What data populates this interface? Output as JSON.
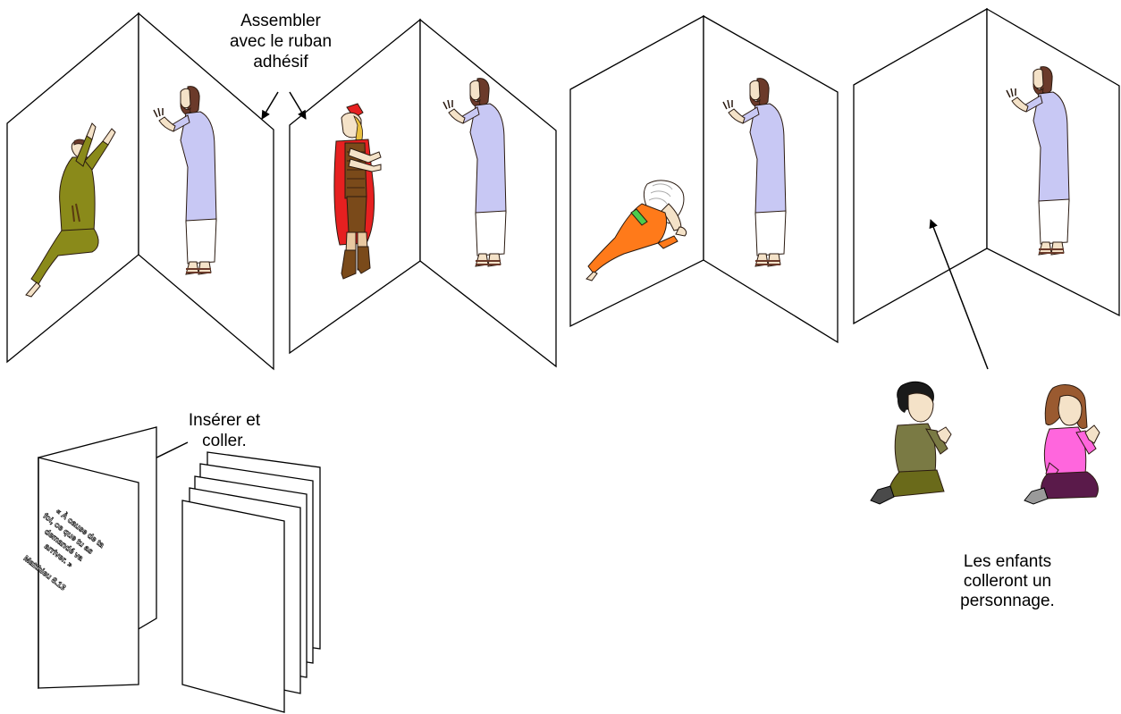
{
  "labels": {
    "tape_lines": [
      "Assembler",
      "avec le ruban",
      "adhésif"
    ],
    "insert_lines": [
      "Insérer et",
      "coller."
    ],
    "children_lines": [
      "Les enfants",
      "colleront un",
      "personnage."
    ]
  },
  "verse": {
    "lines": [
      "« À cause de ta",
      "foi, ce que tu as",
      "demandé va",
      "arriver. »"
    ],
    "reference": "Matthieu 8.13"
  },
  "colors": {
    "jesus_robe": "#c8c8f4",
    "jesus_hair": "#6b3a2a",
    "leper_tunic": "#8a8a1a",
    "soldier_red": "#e62020",
    "soldier_armor": "#7a4a1a",
    "woman_robe": "#ff7a1a",
    "woman_sash": "#4ccc4c",
    "boy_shirt": "#7a7a44",
    "girl_shirt": "#ff66dd",
    "girl_pants": "#5a1a4a"
  },
  "icons": [
    "jesus-figure-icon",
    "kneeling-man-icon",
    "roman-soldier-icon",
    "kneeling-woman-icon",
    "praying-boy-icon",
    "praying-girl-icon",
    "folded-booklet-icon"
  ]
}
